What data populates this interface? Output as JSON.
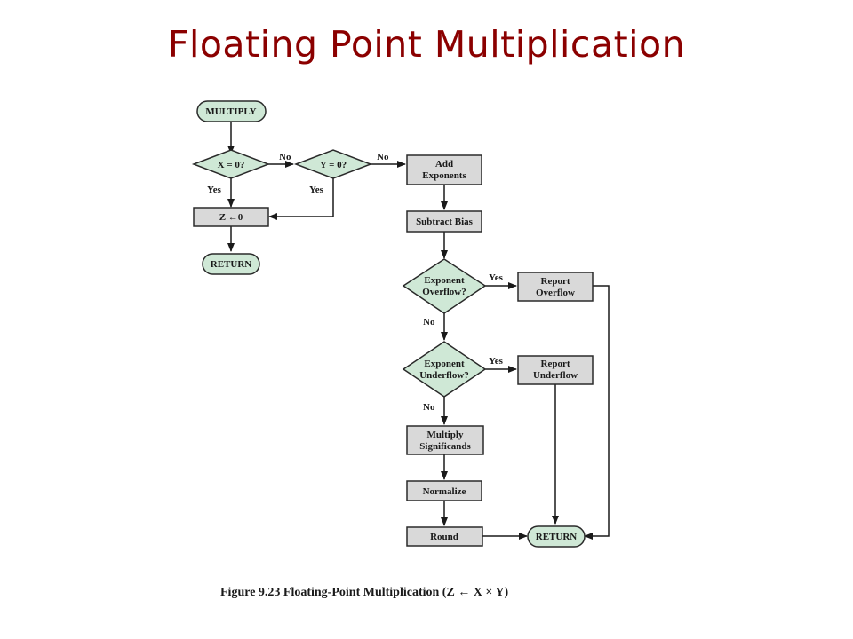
{
  "title": "Floating Point Multiplication",
  "nodes": {
    "start": "MULTIPLY",
    "x_zero": "X = 0?",
    "y_zero": "Y = 0?",
    "z_zero": "Z ←0",
    "return_left": "RETURN",
    "add_exp_1": "Add",
    "add_exp_2": "Exponents",
    "sub_bias": "Subtract Bias",
    "exp_over_1": "Exponent",
    "exp_over_2": "Overflow?",
    "rep_over_1": "Report",
    "rep_over_2": "Overflow",
    "exp_under_1": "Exponent",
    "exp_under_2": "Underflow?",
    "rep_under_1": "Report",
    "rep_under_2": "Underflow",
    "mult_sig_1": "Multiply",
    "mult_sig_2": "Significands",
    "normalize": "Normalize",
    "round": "Round",
    "return_right": "RETURN"
  },
  "edge_labels": {
    "x_no": "No",
    "x_yes": "Yes",
    "y_no": "No",
    "y_yes": "Yes",
    "over_yes": "Yes",
    "over_no": "No",
    "under_yes": "Yes",
    "under_no": "No"
  },
  "caption": "Figure 9.23 Floating-Point Multiplication (Z ← X × Y)"
}
